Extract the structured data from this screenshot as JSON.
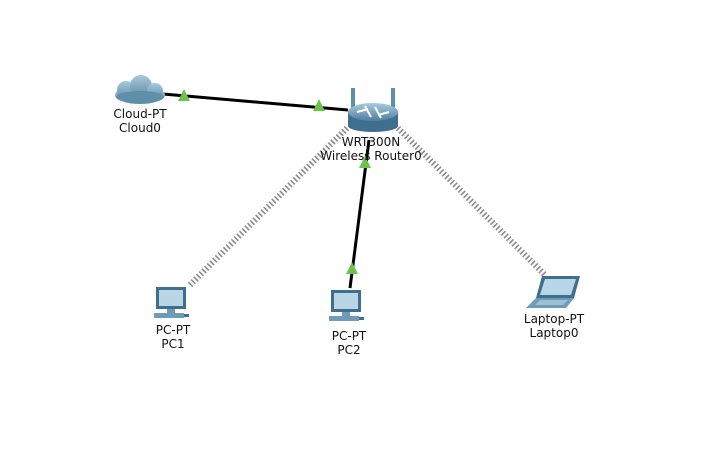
{
  "colors": {
    "wired_link": "#000000",
    "wireless_link": "#8a8a8a",
    "link_status_up": "#6cc24a",
    "device_body": "#6d9bb8",
    "device_light": "#b9d6e6",
    "device_dark": "#3f6f8e"
  },
  "devices": {
    "cloud": {
      "type": "Cloud-PT",
      "name": "Cloud0",
      "icon": "cloud-icon"
    },
    "router": {
      "type": "WRT300N",
      "name": "Wireless Router0",
      "icon": "wireless-router-icon"
    },
    "pc1": {
      "type": "PC-PT",
      "name": "PC1",
      "icon": "pc-icon"
    },
    "pc2": {
      "type": "PC-PT",
      "name": "PC2",
      "icon": "pc-icon"
    },
    "laptop": {
      "type": "Laptop-PT",
      "name": "Laptop0",
      "icon": "laptop-icon"
    }
  },
  "links": [
    {
      "from": "Cloud0",
      "to": "Wireless Router0",
      "medium": "wired",
      "status": "up"
    },
    {
      "from": "Wireless Router0",
      "to": "PC2",
      "medium": "wired",
      "status": "up"
    },
    {
      "from": "Wireless Router0",
      "to": "PC1",
      "medium": "wireless"
    },
    {
      "from": "Wireless Router0",
      "to": "Laptop0",
      "medium": "wireless"
    }
  ]
}
